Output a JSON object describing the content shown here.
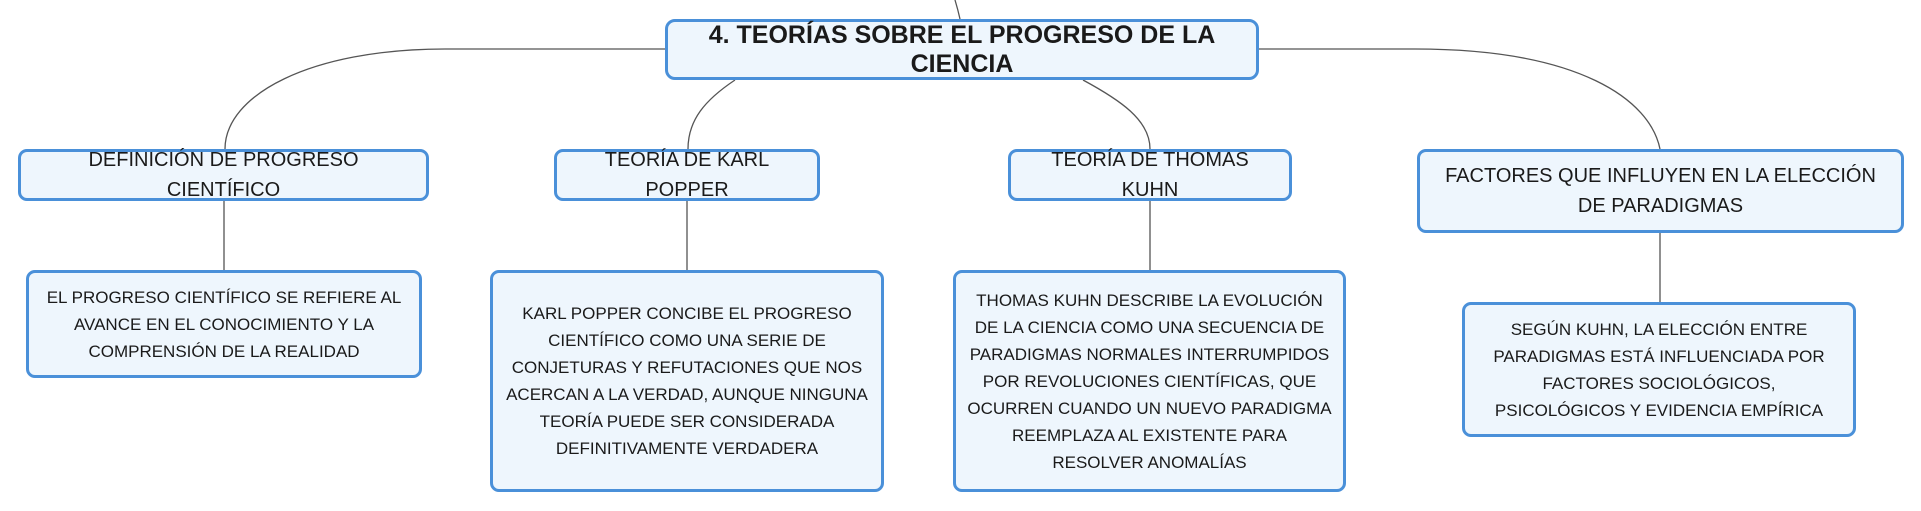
{
  "diagram": {
    "root": {
      "label": "4. TEORÍAS SOBRE EL PROGRESO DE LA CIENCIA"
    },
    "branches": [
      {
        "topic": "DEFINICIÓN DE PROGRESO CIENTÍFICO",
        "detail": "EL PROGRESO CIENTÍFICO SE REFIERE AL AVANCE EN EL CONOCIMIENTO Y LA COMPRENSIÓN DE LA REALIDAD"
      },
      {
        "topic": "TEORÍA DE KARL POPPER",
        "detail": "KARL POPPER CONCIBE EL PROGRESO CIENTÍFICO COMO UNA SERIE DE CONJETURAS Y REFUTACIONES QUE NOS ACERCAN A LA VERDAD, AUNQUE NINGUNA TEORÍA PUEDE SER CONSIDERADA DEFINITIVAMENTE VERDADERA"
      },
      {
        "topic": "TEORÍA DE THOMAS KUHN",
        "detail": "THOMAS KUHN DESCRIBE LA EVOLUCIÓN DE LA CIENCIA COMO UNA SECUENCIA DE PARADIGMAS NORMALES INTERRUMPIDOS POR REVOLUCIONES CIENTÍFICAS, QUE OCURREN CUANDO UN NUEVO PARADIGMA REEMPLAZA AL EXISTENTE PARA RESOLVER ANOMALÍAS"
      },
      {
        "topic": "FACTORES QUE INFLUYEN EN LA ELECCIÓN DE PARADIGMAS",
        "detail": "SEGÚN KUHN, LA ELECCIÓN ENTRE PARADIGMAS ESTÁ INFLUENCIADA POR FACTORES SOCIOLÓGICOS, PSICOLÓGICOS Y EVIDENCIA EMPÍRICA"
      }
    ]
  },
  "colors": {
    "node_border": "#4a90d9",
    "node_fill": "#eef6fd",
    "connector": "#555555",
    "text": "#1a1a1a"
  }
}
